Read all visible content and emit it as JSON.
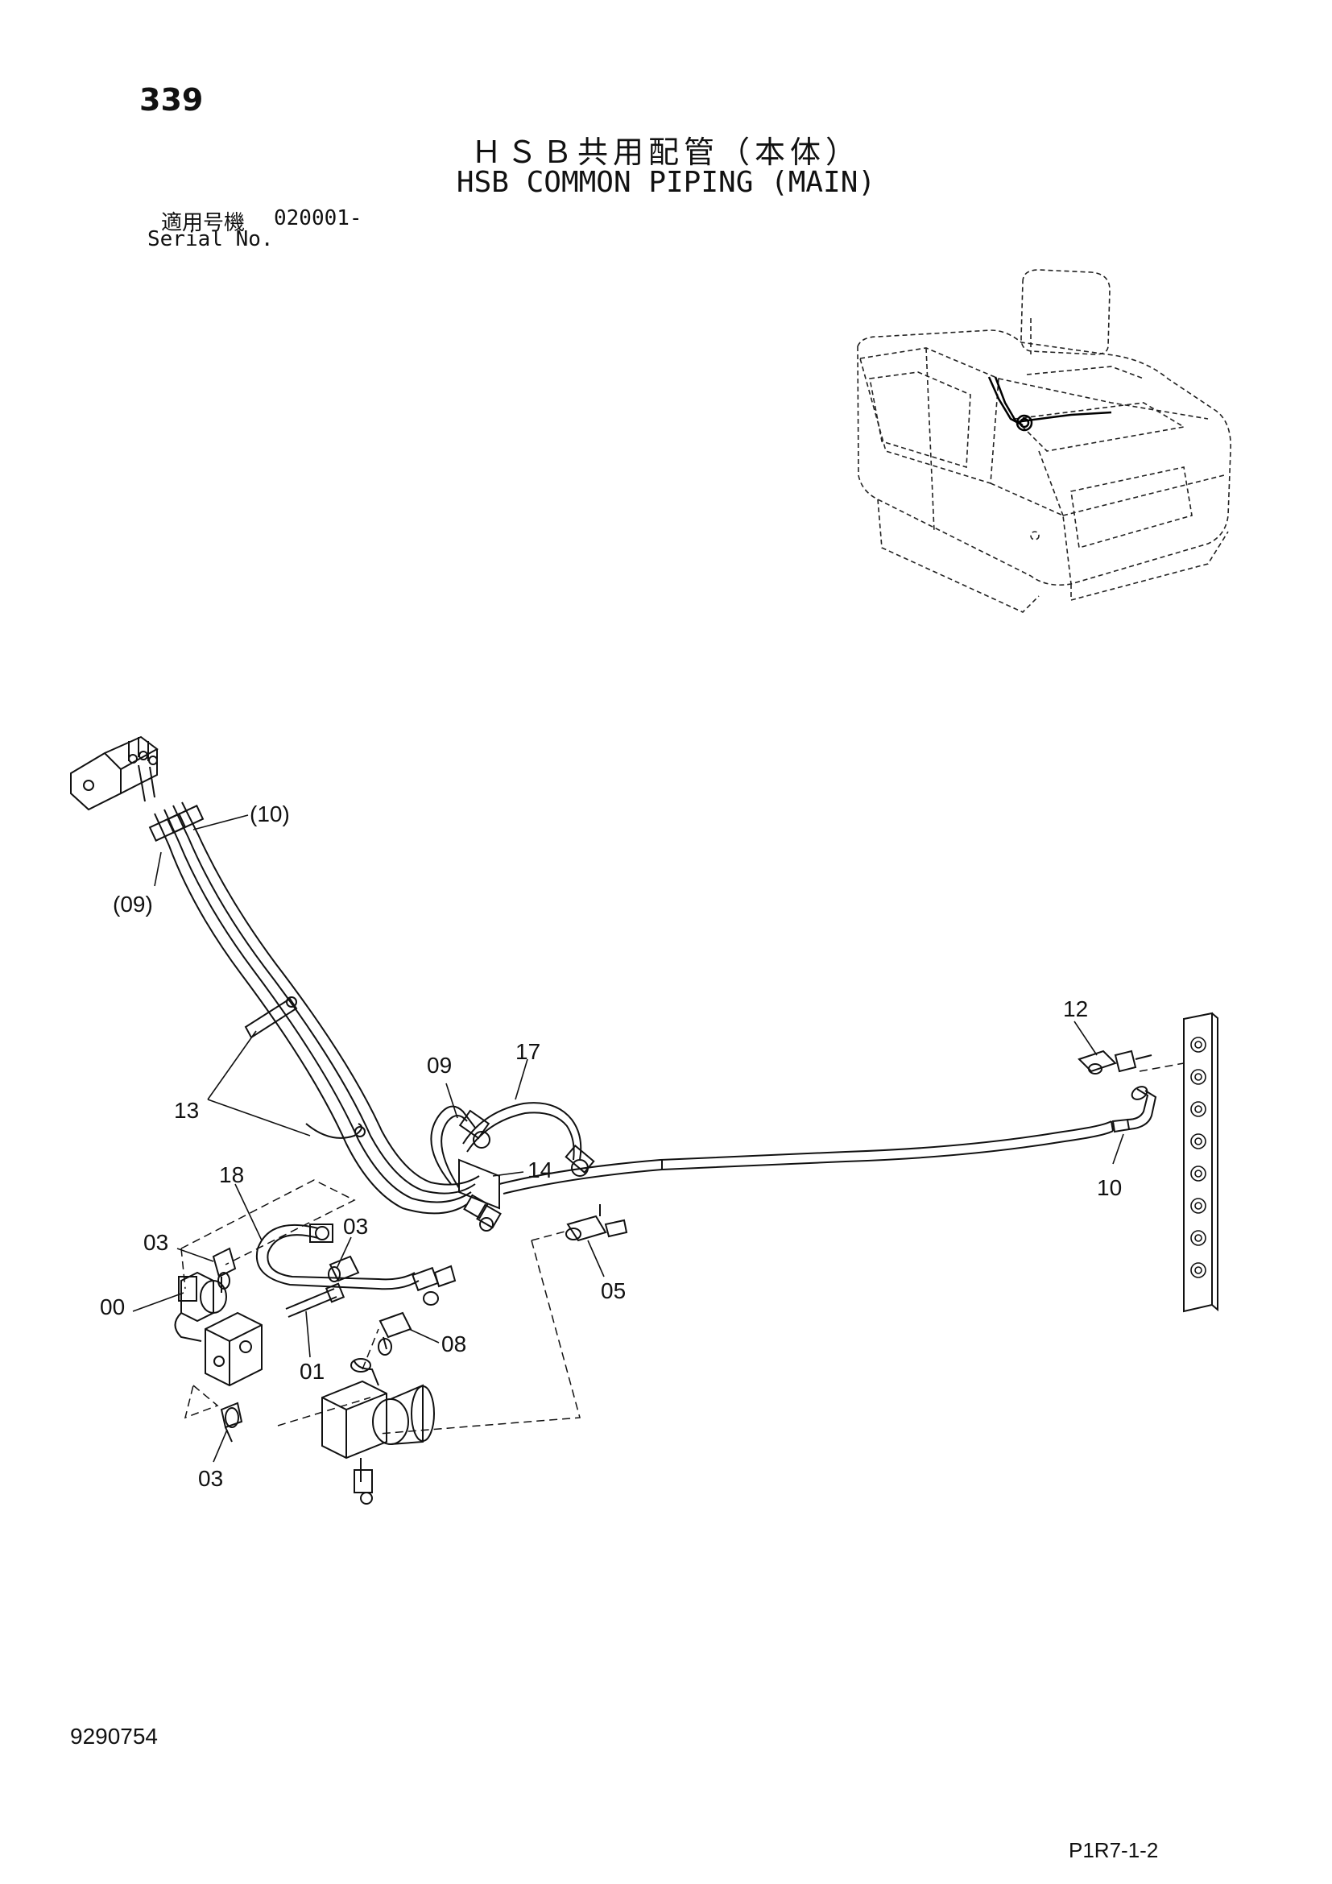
{
  "header": {
    "page_number": "339",
    "title_jp": "ＨＳＢ共用配管（本体）",
    "title_en": "HSB COMMON PIPING (MAIN)",
    "serial_label_jp": "適用号機",
    "serial_value": "020001-",
    "serial_label_en": "Serial No."
  },
  "callouts": {
    "c10p": "(10)",
    "c09p": "(09)",
    "c13": "13",
    "c09": "09",
    "c17": "17",
    "c14": "14",
    "c18": "18",
    "c03a": "03",
    "c03b": "03",
    "c00": "00",
    "c01": "01",
    "c08": "08",
    "c05": "05",
    "c03c": "03",
    "c12": "12",
    "c10": "10"
  },
  "footer": {
    "document_number": "9290754",
    "page_code": "P1R7-1-2"
  }
}
